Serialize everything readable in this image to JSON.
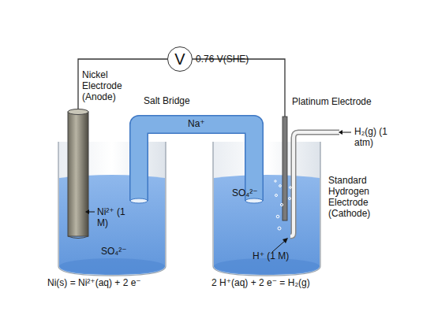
{
  "diagram": {
    "nodes": [
      {
        "text": [
          "V"
        ]
      },
      {
        "text": [
          "Salt Bridge",
          "Na⁺"
        ]
      }
    ],
    "labels": [
      "0.76 V(SHE)",
      "Nickel Electrode (Anode)",
      "Platinum Electrode",
      "H₂(g) (1 atm)",
      "Ni²⁺ (1 M)",
      "SO₄²⁻",
      "SO₄²⁻",
      "Standard Hydrogen Electrode (Cathode)",
      "H⁺ (1 M)",
      "Ni(s) = Ni²⁺(aq) + 2 e⁻",
      "2 H⁺(aq) + 2 e⁻ = H₂(g)"
    ]
  }
}
